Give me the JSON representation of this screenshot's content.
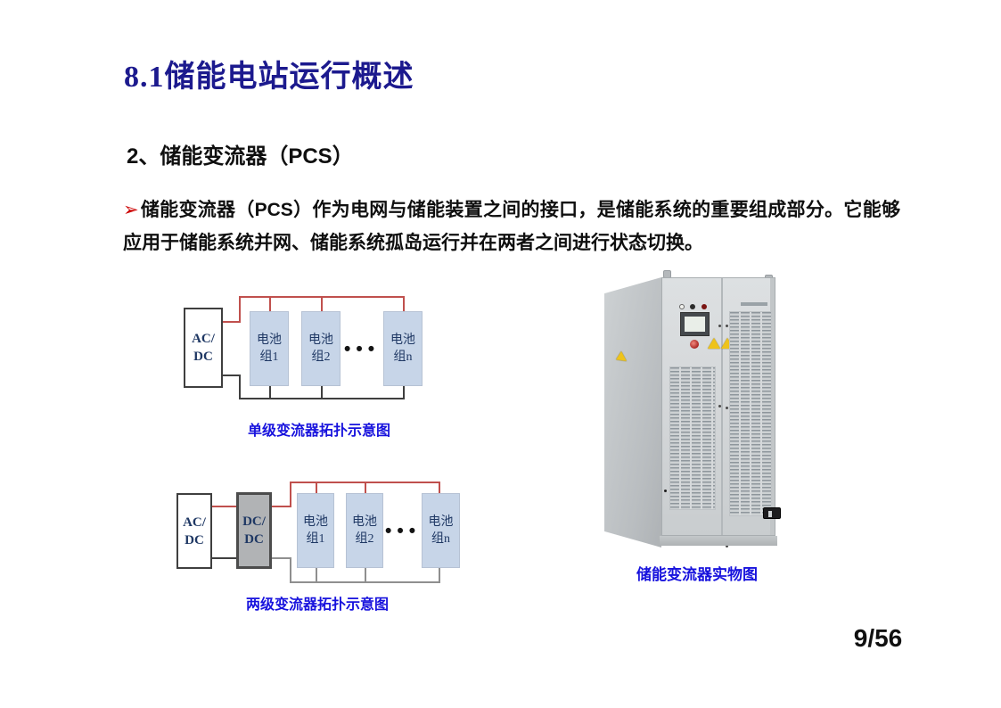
{
  "slide": {
    "title_number": "8.1",
    "title_text": "储能电站运行概述",
    "subtitle": "2、储能变流器（PCS）",
    "bullet_marker": "➢",
    "bullet_text": "储能变流器（PCS）作为电网与储能装置之间的接口，是储能系统的重要组成部分。它能够应用于储能系统并网、储能系统孤岛运行并在两者之间进行状态切换。",
    "page_number": "9/56"
  },
  "topology_single": {
    "caption": "单级变流器拓扑示意图",
    "converter_acdc": {
      "line1": "AC/",
      "line2": "DC"
    },
    "batteries": [
      {
        "line1": "电池",
        "line2": "组1"
      },
      {
        "line1": "电池",
        "line2": "组2"
      },
      {
        "line1": "电池",
        "line2": "组n"
      }
    ],
    "ellipsis": "•••"
  },
  "topology_double": {
    "caption": "两级变流器拓扑示意图",
    "converter_acdc": {
      "line1": "AC/",
      "line2": "DC"
    },
    "converter_dcdc": {
      "line1": "DC/",
      "line2": "DC"
    },
    "batteries": [
      {
        "line1": "电池",
        "line2": "组1"
      },
      {
        "line1": "电池",
        "line2": "组2"
      },
      {
        "line1": "电池",
        "line2": "组n"
      }
    ],
    "ellipsis": "•••"
  },
  "photo": {
    "caption": "储能变流器实物图"
  },
  "colors": {
    "title_navy": "#1c1a8e",
    "caption_blue": "#1712dd",
    "marker_red": "#cc0000",
    "battery_fill": "#c7d5e8",
    "dcdc_fill": "#b1b3b5",
    "wire_red": "#c0504d",
    "wire_dark": "#3f3f3f"
  }
}
